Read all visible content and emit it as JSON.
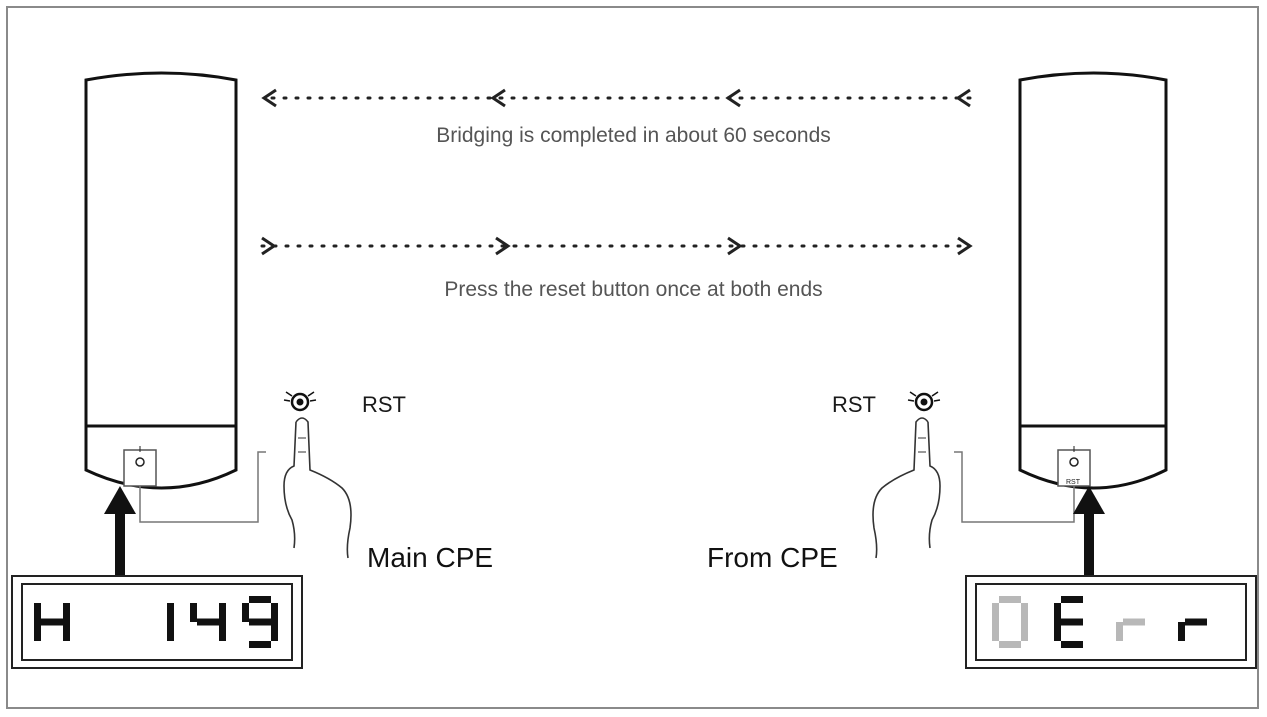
{
  "captions": {
    "bridging": "Bridging is completed in about 60 seconds",
    "press_reset": "Press the reset button once at both ends"
  },
  "labels": {
    "rst_left": "RST",
    "rst_right": "RST",
    "main_cpe": "Main CPE",
    "from_cpe": "From CPE",
    "rst_port_right": "RST"
  },
  "displays": {
    "main": {
      "chars": [
        "H",
        " ",
        "1",
        "4",
        "9"
      ]
    },
    "from": {
      "chars": [
        "0",
        "E",
        "r",
        "r"
      ],
      "dimmed": [
        true,
        false,
        true,
        false
      ]
    }
  },
  "colors": {
    "segment_on": "#111111",
    "segment_off": "#b8b8b8",
    "caption": "#555555",
    "border": "#8a8a8a"
  }
}
